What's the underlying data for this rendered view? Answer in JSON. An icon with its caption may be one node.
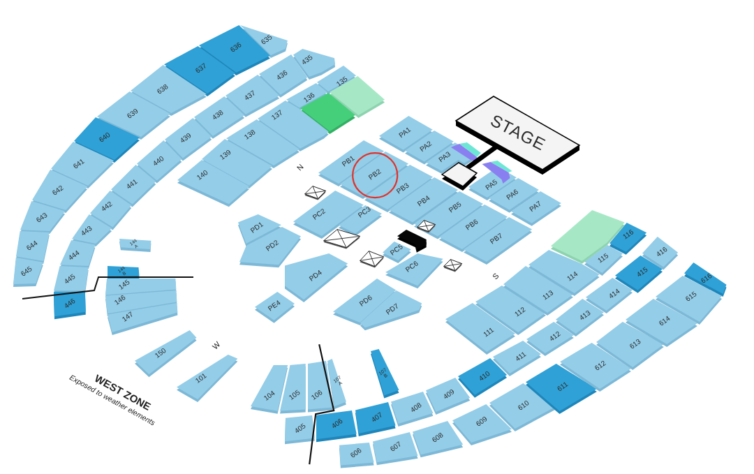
{
  "diagram": {
    "nodes": [
      {
        "text": [
          "635"
        ]
      },
      {
        "text": [
          "636"
        ]
      },
      {
        "text": [
          "637"
        ]
      },
      {
        "text": [
          "638"
        ]
      },
      {
        "text": [
          "639"
        ]
      },
      {
        "text": [
          "640"
        ]
      },
      {
        "text": [
          "641"
        ]
      },
      {
        "text": [
          "642"
        ]
      },
      {
        "text": [
          "643"
        ]
      },
      {
        "text": [
          "644"
        ]
      },
      {
        "text": [
          "645"
        ]
      },
      {
        "text": [
          "435"
        ]
      },
      {
        "text": [
          "436"
        ]
      },
      {
        "text": [
          "437"
        ]
      },
      {
        "text": [
          "438"
        ]
      },
      {
        "text": [
          "439"
        ]
      },
      {
        "text": [
          "440"
        ]
      },
      {
        "text": [
          "441"
        ]
      },
      {
        "text": [
          "442"
        ]
      },
      {
        "text": [
          "443"
        ]
      },
      {
        "text": [
          "444"
        ]
      },
      {
        "text": [
          "445"
        ]
      },
      {
        "text": [
          "446"
        ]
      },
      {
        "text": [
          "135"
        ]
      },
      {
        "text": [],
        "shape": "box"
      },
      {
        "text": [
          "136"
        ]
      },
      {
        "text": [],
        "shape": "box"
      },
      {
        "text": [
          "137"
        ]
      },
      {
        "text": [
          "138"
        ]
      },
      {
        "text": [
          "139"
        ]
      },
      {
        "text": [
          "140"
        ]
      },
      {
        "text": [
          "STAGE"
        ]
      },
      {
        "text": [
          "PA1"
        ]
      },
      {
        "text": [
          "PA2"
        ]
      },
      {
        "text": [
          "PA3"
        ]
      },
      {
        "text": [
          "PA5"
        ]
      },
      {
        "text": [
          "PA6"
        ]
      },
      {
        "text": [
          "PA7"
        ]
      },
      {
        "text": [
          "PB1"
        ]
      },
      {
        "text": [
          "PB2"
        ]
      },
      {
        "text": [
          "PB3"
        ]
      },
      {
        "text": [
          "PB4"
        ]
      },
      {
        "text": [
          "PB5"
        ]
      },
      {
        "text": [
          "PB6"
        ]
      },
      {
        "text": [
          "PB7"
        ]
      },
      {
        "text": [
          "PC2"
        ]
      },
      {
        "text": [
          "PC3"
        ]
      },
      {
        "text": [],
        "shape": "box"
      },
      {
        "text": [
          "PC5"
        ]
      },
      {
        "text": [
          "PC6"
        ]
      },
      {
        "text": [
          "PD1"
        ]
      },
      {
        "text": [
          "PD2"
        ]
      },
      {
        "text": [
          "PD4"
        ]
      },
      {
        "text": [
          "PE4"
        ]
      },
      {
        "text": [
          "PD6"
        ]
      },
      {
        "text": [
          "PD7"
        ]
      },
      {
        "text": [
          "144 A"
        ]
      },
      {
        "text": [
          "144 B"
        ]
      },
      {
        "text": [
          "145"
        ]
      },
      {
        "text": [
          "146"
        ]
      },
      {
        "text": [
          "147"
        ]
      },
      {
        "text": [
          "150"
        ]
      },
      {
        "text": [
          "101"
        ]
      },
      {
        "text": [
          "104"
        ]
      },
      {
        "text": [
          "105"
        ]
      },
      {
        "text": [
          "106"
        ]
      },
      {
        "text": [
          "107 A"
        ]
      },
      {
        "text": [
          "107 B"
        ]
      },
      {
        "text": [
          "111"
        ]
      },
      {
        "text": [
          "112"
        ]
      },
      {
        "text": [
          "113"
        ]
      },
      {
        "text": [
          "114"
        ]
      },
      {
        "text": [
          "115"
        ]
      },
      {
        "text": [
          "116"
        ]
      },
      {
        "text": [],
        "shape": "box"
      },
      {
        "text": [
          "405"
        ]
      },
      {
        "text": [
          "406"
        ]
      },
      {
        "text": [
          "407"
        ]
      },
      {
        "text": [
          "408"
        ]
      },
      {
        "text": [
          "409"
        ]
      },
      {
        "text": [
          "410"
        ]
      },
      {
        "text": [
          "411"
        ]
      },
      {
        "text": [
          "412"
        ]
      },
      {
        "text": [
          "413"
        ]
      },
      {
        "text": [
          "414"
        ]
      },
      {
        "text": [
          "415"
        ]
      },
      {
        "text": [
          "416"
        ]
      },
      {
        "text": [
          "606"
        ]
      },
      {
        "text": [
          "607"
        ]
      },
      {
        "text": [
          "608"
        ]
      },
      {
        "text": [
          "609"
        ]
      },
      {
        "text": [
          "610"
        ]
      },
      {
        "text": [
          "611"
        ]
      },
      {
        "text": [
          "612"
        ]
      },
      {
        "text": [
          "613"
        ]
      },
      {
        "text": [
          "614"
        ]
      },
      {
        "text": [
          "615"
        ]
      },
      {
        "text": [
          "616"
        ]
      }
    ],
    "labels": [
      "N",
      "S",
      "W",
      "WEST ZONE",
      "Exposed to weather elements"
    ]
  }
}
